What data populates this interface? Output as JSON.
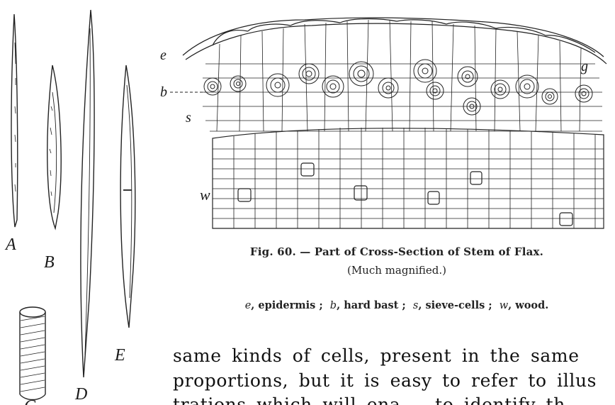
{
  "figure": {
    "fibre_labels": [
      "A",
      "B",
      "C",
      "D",
      "E"
    ],
    "section_labels": {
      "e": "e",
      "b": "b",
      "s": "s",
      "g": "g",
      "w": "w"
    },
    "caption_fig": "Fig. 60. — Part of Cross-Section of Stem of Flax.",
    "caption_note": "(Much magnified.)",
    "legend": [
      {
        "key": "e",
        "text": "epidermis ;"
      },
      {
        "key": "b",
        "text": "hard bast ;"
      },
      {
        "key": "s",
        "text": "sieve-cells ;"
      },
      {
        "key": "w",
        "text": "wood."
      }
    ]
  },
  "body_text": {
    "line1": "same kinds of cells, present in the same",
    "line2": "proportions, but it is easy to refer to illus",
    "line3": "trations which will ena..., to identify th..."
  }
}
